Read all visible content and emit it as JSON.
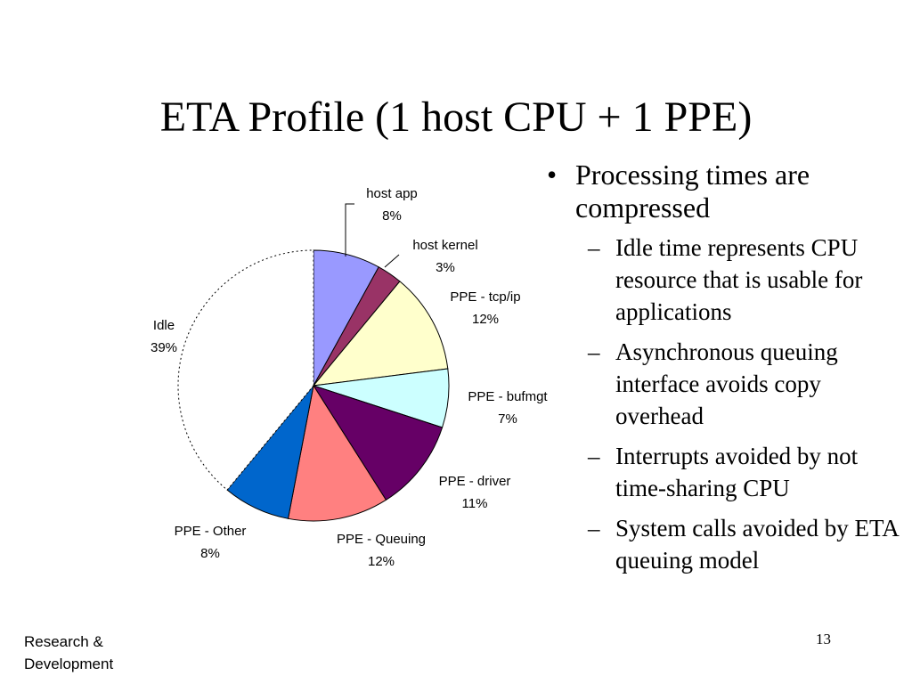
{
  "title": "ETA Profile (1 host CPU + 1 PPE)",
  "chart_data": {
    "type": "pie",
    "title": "",
    "slices": [
      {
        "label": "host app",
        "value": 8,
        "color": "#9999ff"
      },
      {
        "label": "host kernel",
        "value": 3,
        "color": "#993366"
      },
      {
        "label": "PPE - tcp/ip",
        "value": 12,
        "color": "#ffffcc"
      },
      {
        "label": "PPE - bufmgt",
        "value": 7,
        "color": "#ccffff"
      },
      {
        "label": "PPE - driver",
        "value": 11,
        "color": "#660066"
      },
      {
        "label": "PPE - Queuing",
        "value": 12,
        "color": "#ff8080"
      },
      {
        "label": "PPE - Other",
        "value": 8,
        "color": "#0066cc"
      },
      {
        "label": "Idle",
        "value": 39,
        "color": "#ffffff",
        "dashed_border": true
      }
    ]
  },
  "bullets": {
    "main": "Processing times are compressed",
    "subs": [
      "Idle time represents CPU resource that is usable for applications",
      "Asynchronous queuing interface avoids copy overhead",
      "Interrupts avoided by not time-sharing CPU",
      "System calls avoided by ETA queuing model"
    ]
  },
  "footer": {
    "line1": "Research &",
    "line2": "Development"
  },
  "page_number": "13"
}
